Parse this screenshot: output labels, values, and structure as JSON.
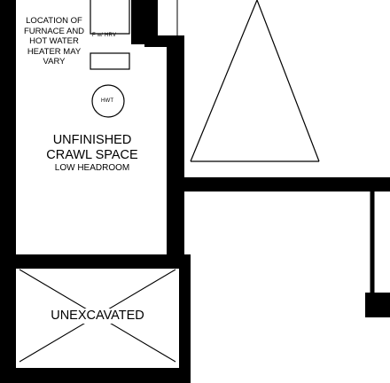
{
  "labels": {
    "location_note": [
      "LOCATION OF",
      "FURNACE AND",
      "HOT WATER",
      "HEATER MAY",
      "VARY"
    ],
    "furnace_tag": "F w/ HRV",
    "hwt_tag": "HWT",
    "crawl_line1": "UNFINISHED",
    "crawl_line2": "CRAWL SPACE",
    "crawl_note": "LOW HEADROOM",
    "unexcavated": "UNEXCAVATED"
  },
  "colors": {
    "wall": "#000000",
    "line": "#000000",
    "background": "#ffffff"
  }
}
